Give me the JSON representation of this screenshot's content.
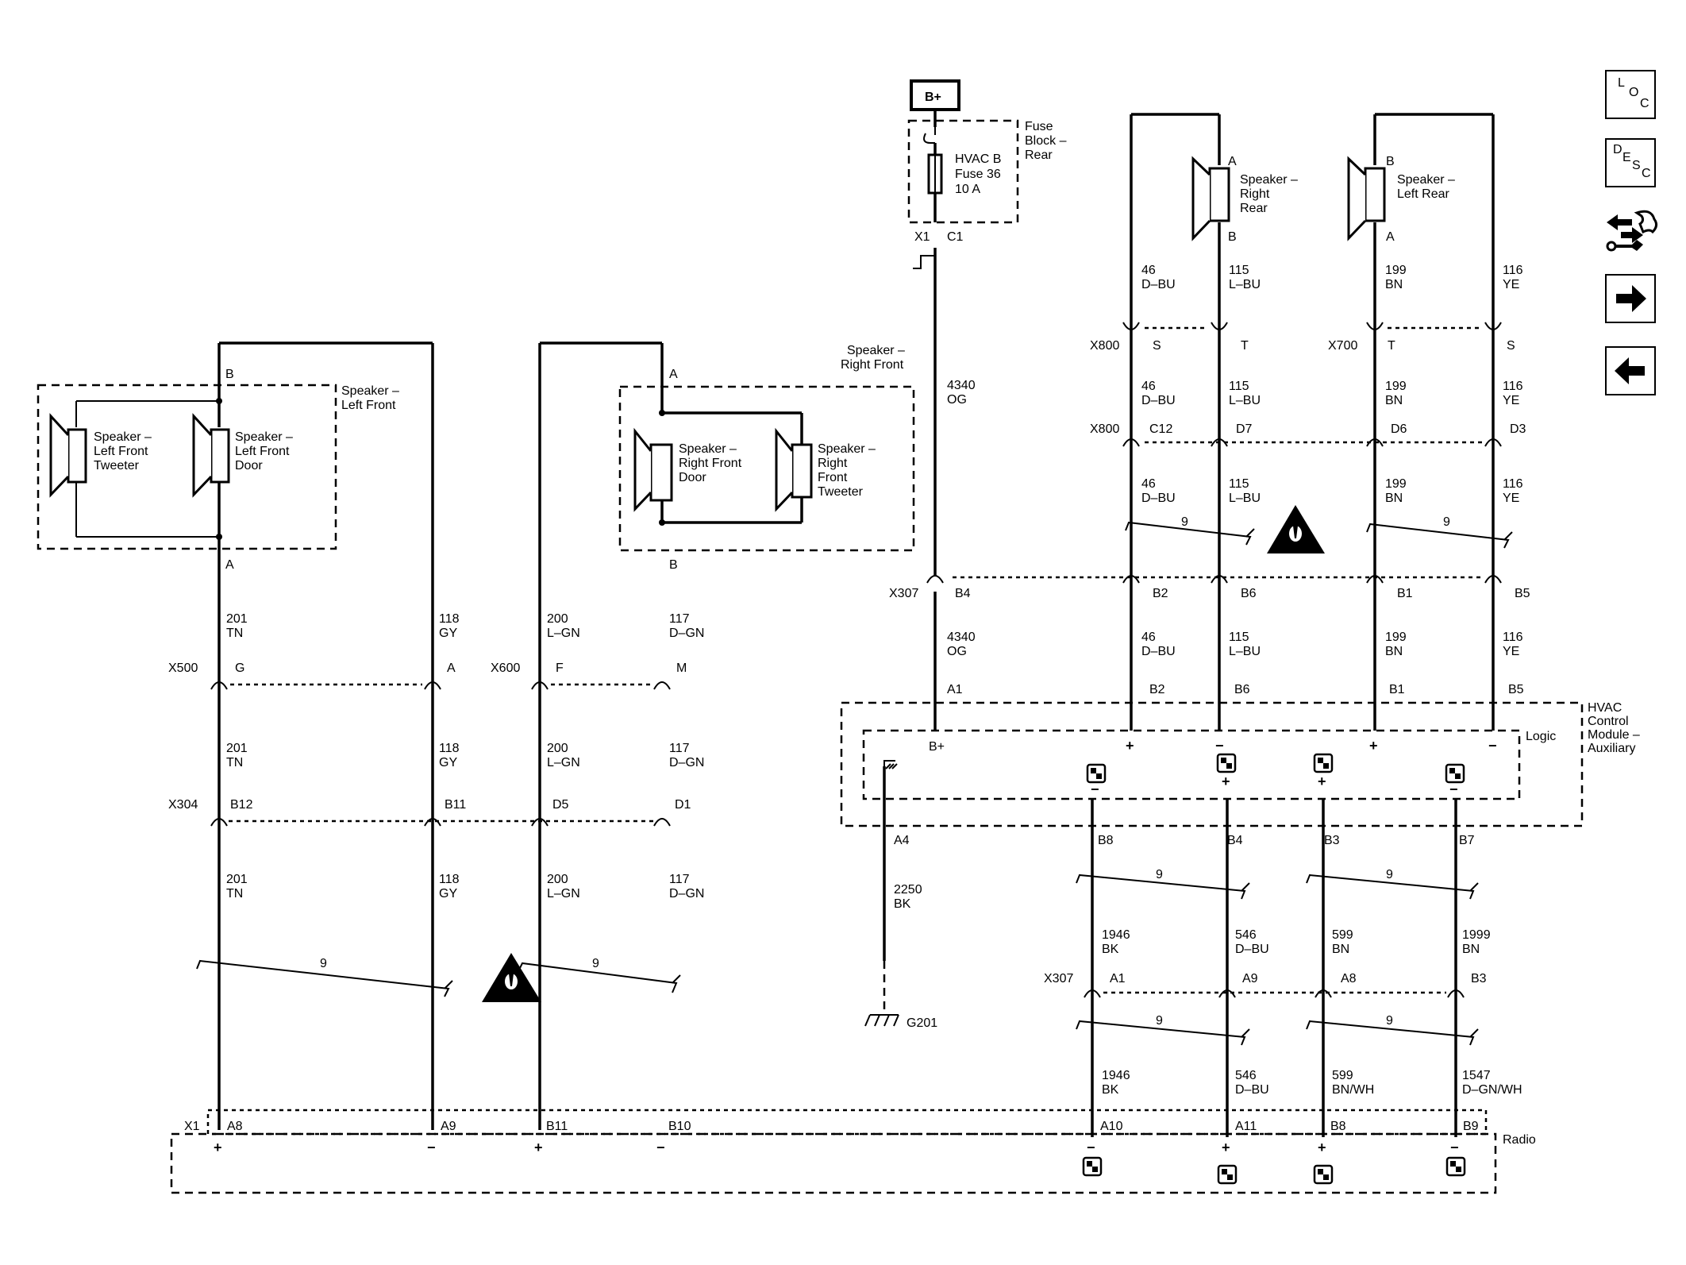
{
  "nav": {
    "loc": {
      "l1": "L",
      "l2": "O",
      "l3": "C"
    },
    "desc": {
      "l1": "D",
      "l2": "E",
      "l3": "S",
      "l4": "C"
    }
  },
  "power": {
    "batt": "B+",
    "fuse_block": [
      "Fuse",
      "Block –",
      "Rear"
    ],
    "fuse_name": [
      "HVAC B",
      "Fuse 36",
      "10 A"
    ],
    "fuse_conn": "X1",
    "fuse_pin": "C1",
    "wire_num": "4340",
    "wire_color": "OG",
    "x307_pin": "B4",
    "wire2_num": "4340",
    "wire2_color": "OG",
    "hvac_pin": "A1",
    "hvac_input": "B+"
  },
  "connectors": {
    "x500": "X500",
    "x600": "X600",
    "x304": "X304",
    "x307a": "X307",
    "x307b": "X307",
    "x800a": "X800",
    "x800b": "X800",
    "x700": "X700",
    "x1": "X1"
  },
  "speakers": {
    "lf_group": [
      "Speaker –",
      "Left Front"
    ],
    "lf_tweeter": [
      "Speaker –",
      "Left Front",
      "Tweeter"
    ],
    "lf_door": [
      "Speaker –",
      "Left Front",
      "Door"
    ],
    "lf_pin_top": "B",
    "lf_pin_bot": "A",
    "rf_group": [
      "Speaker –",
      "Right Front"
    ],
    "rf_door": [
      "Speaker –",
      "Right Front",
      "Door"
    ],
    "rf_tweeter": [
      "Speaker –",
      "Right",
      "Front",
      "Tweeter"
    ],
    "rf_pin_top": "A",
    "rf_pin_bot": "B",
    "rr": [
      "Speaker –",
      "Right",
      "Rear"
    ],
    "rr_pin_top": "A",
    "rr_pin_bot": "B",
    "lr": [
      "Speaker –",
      "Left Rear"
    ],
    "lr_pin_top": "B",
    "lr_pin_bot": "A"
  },
  "left_wires": {
    "c1": {
      "n": "201",
      "c": "TN"
    },
    "c2": {
      "n": "118",
      "c": "GY"
    },
    "c3": {
      "n": "200",
      "c": "L–GN"
    },
    "c4": {
      "n": "117",
      "c": "D–GN"
    },
    "pins_x500": [
      "G",
      "A"
    ],
    "pins_x600": [
      "F",
      "M"
    ],
    "pins_x304": [
      "B12",
      "B11",
      "D5",
      "D1"
    ],
    "twist": "9",
    "radio_pins": [
      "A8",
      "A9",
      "B11",
      "B10"
    ]
  },
  "rear_wires": {
    "c1": {
      "n": "46",
      "c": "D–BU"
    },
    "c2": {
      "n": "115",
      "c": "L–BU"
    },
    "c3": {
      "n": "199",
      "c": "BN"
    },
    "c4": {
      "n": "116",
      "c": "YE"
    },
    "pins_x800": [
      "S",
      "T"
    ],
    "pins_x700": [
      "T",
      "S"
    ],
    "pins_c": [
      "C12",
      "D7",
      "D6",
      "D3"
    ],
    "pins_x307": [
      "B2",
      "B6",
      "B1",
      "B5"
    ],
    "pins_hvac": [
      "B2",
      "B6",
      "B1",
      "B5"
    ],
    "twist": "9"
  },
  "hvac": {
    "title": [
      "HVAC",
      "Control",
      "Module –",
      "Auxiliary"
    ],
    "logic": "Logic",
    "ground_pin": "A4",
    "ground_wire": {
      "n": "2250",
      "c": "BK"
    },
    "ground": "G201",
    "out_pins": [
      "B8",
      "B4",
      "B3",
      "B7"
    ],
    "twist": "9"
  },
  "lower_wires": {
    "a1": {
      "n": "1946",
      "c": "BK"
    },
    "a2": {
      "n": "546",
      "c": "D–BU"
    },
    "a3": {
      "n": "599",
      "c": "BN"
    },
    "a4": {
      "n": "1999",
      "c": "BN"
    },
    "x307_pins": [
      "A1",
      "A9",
      "A8",
      "B3"
    ],
    "b1": {
      "n": "1946",
      "c": "BK"
    },
    "b2": {
      "n": "546",
      "c": "D–BU"
    },
    "b3": {
      "n": "599",
      "c": "BN/WH"
    },
    "b4": {
      "n": "1547",
      "c": "D–GN/WH"
    },
    "radio_pins": [
      "A10",
      "A11",
      "B8",
      "B9"
    ]
  },
  "radio": {
    "label": "Radio"
  },
  "colors": {
    "ink": "#000000",
    "background": "#ffffff"
  }
}
